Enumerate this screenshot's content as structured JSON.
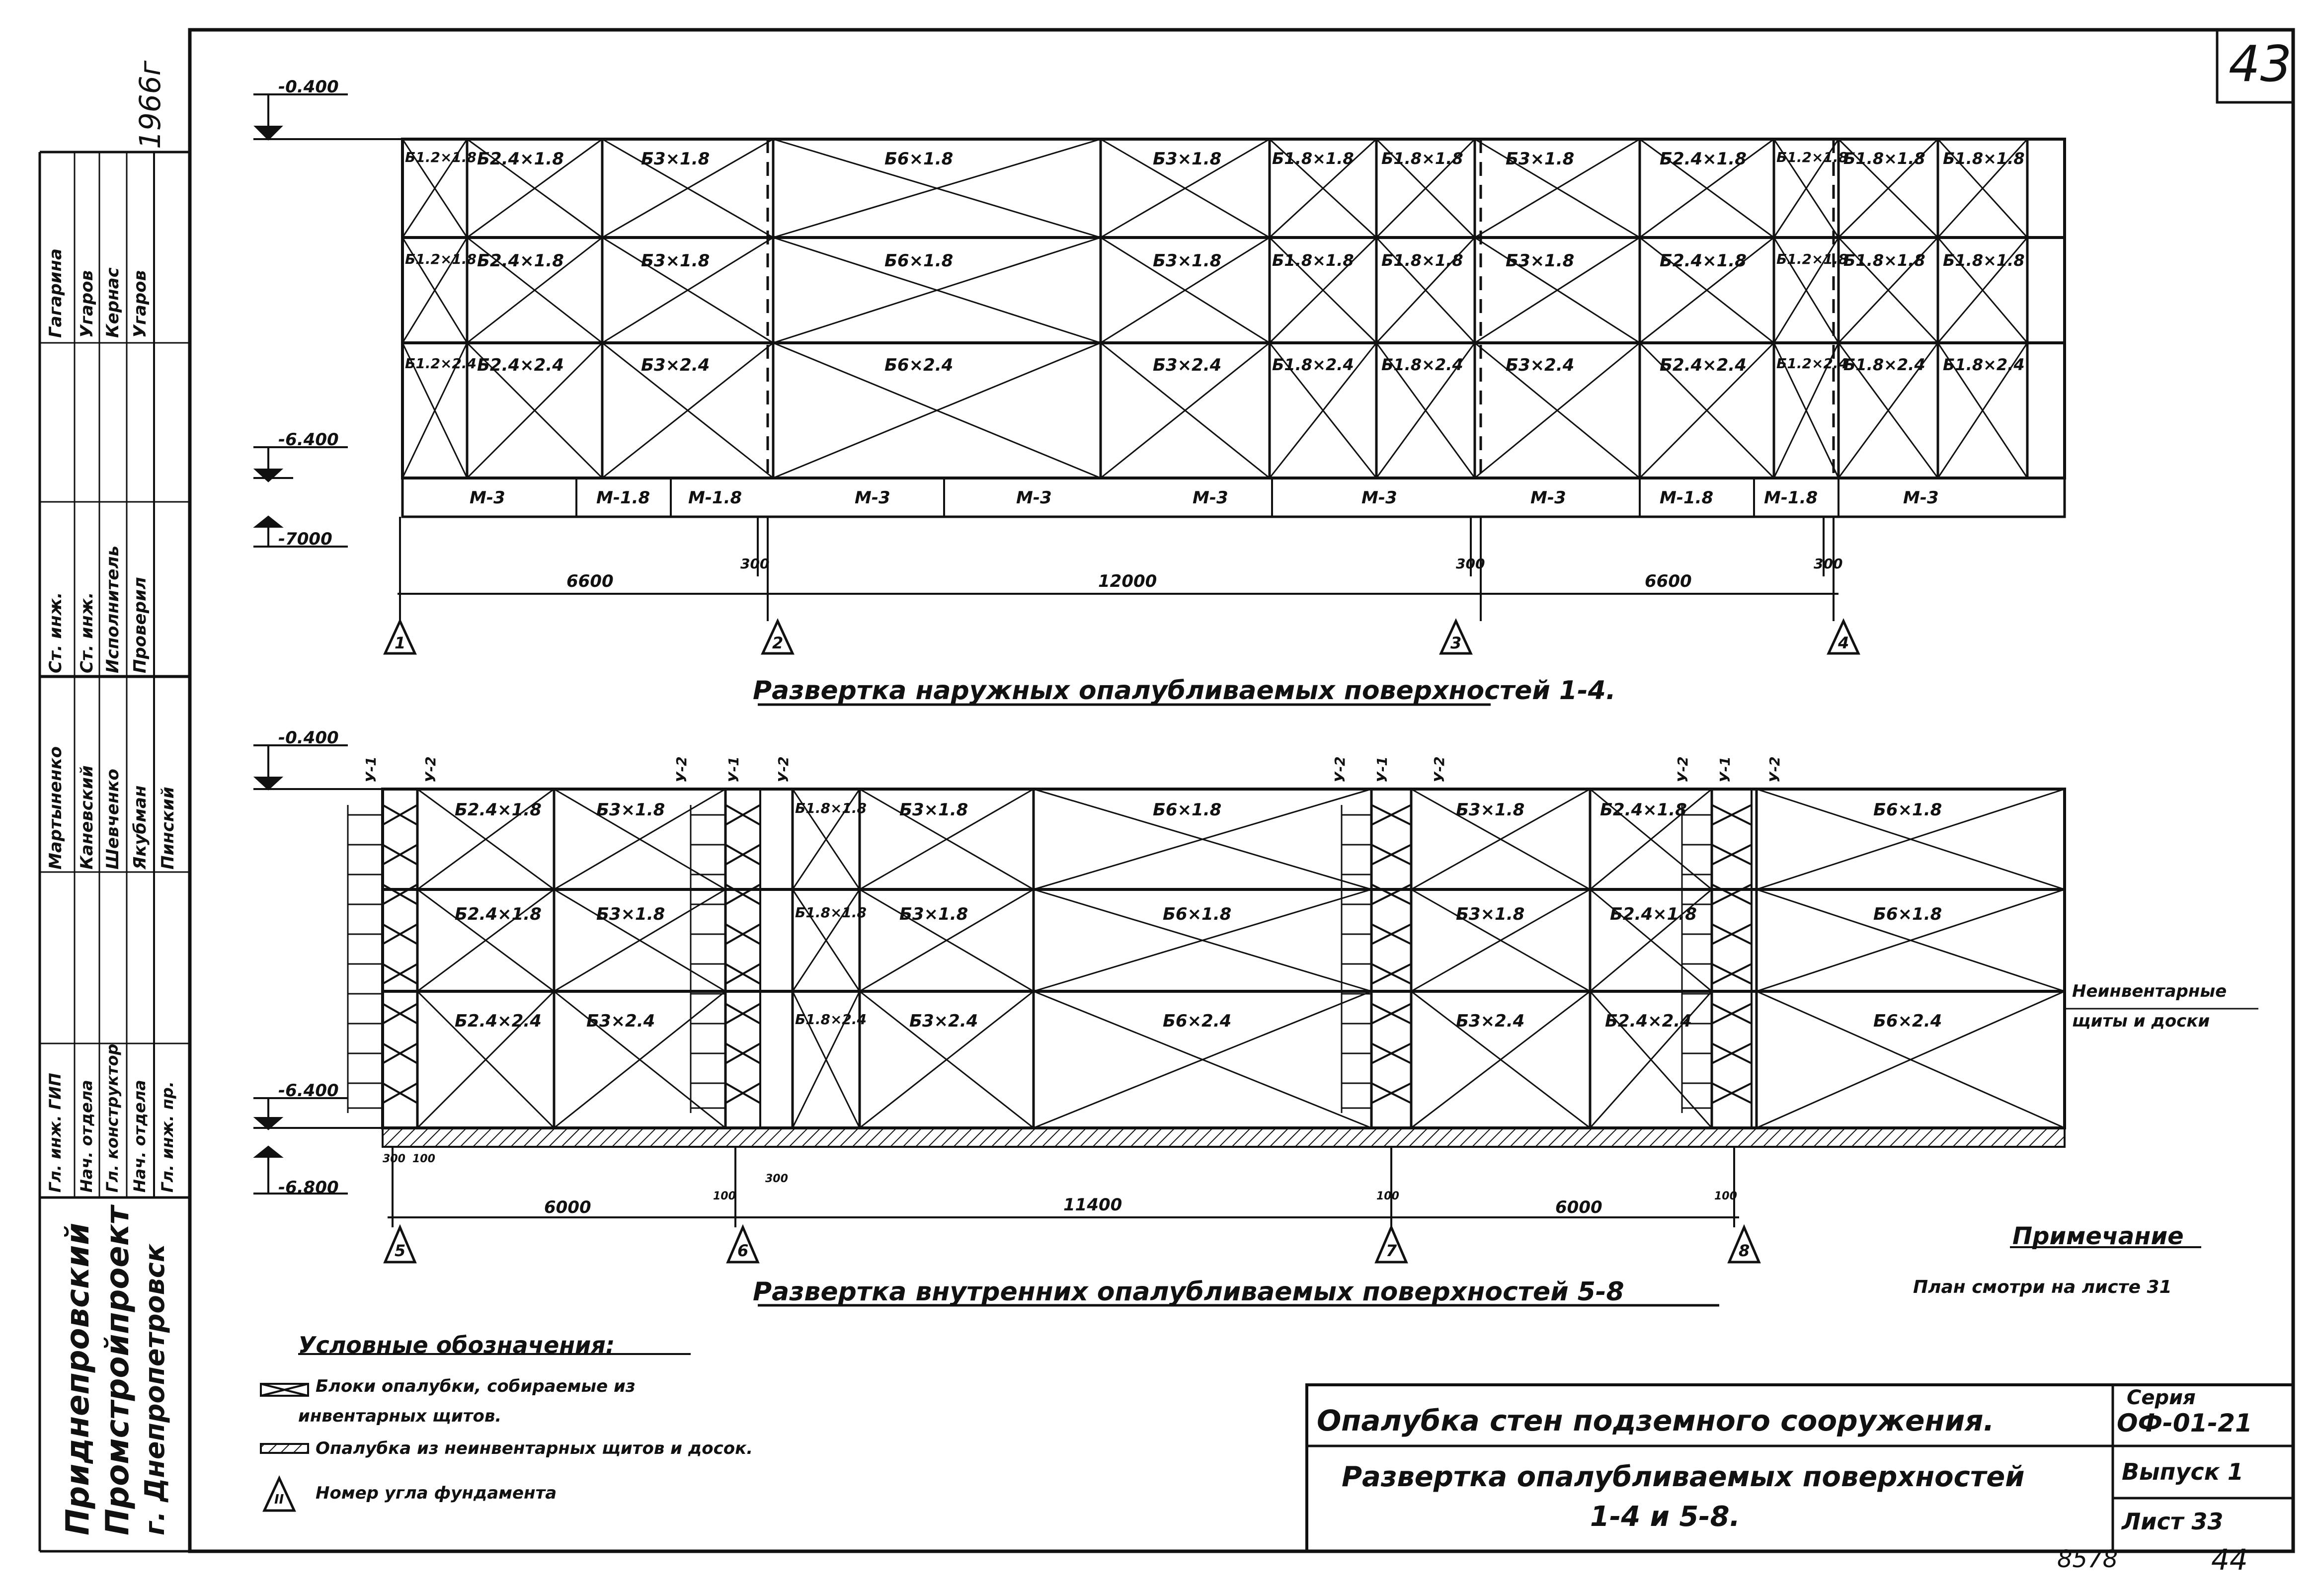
{
  "sheet_number": "43",
  "bottom_numbers": [
    "8578",
    "44"
  ],
  "year": "1966г",
  "org": [
    "Приднепровский",
    "Промстройпроект",
    "г. Днепропетровск"
  ],
  "staff_roles_top": [
    "Ст. инж.",
    "Ст. инж.",
    "Исполнитель",
    "Проверил"
  ],
  "staff_names_top": [
    "Гагарина",
    "Угаров",
    "Кернас",
    "Угаров"
  ],
  "staff_roles_bottom": [
    "Гл. инж. ГИП",
    "Нач. отдела",
    "Гл. конструктор",
    "Нач. отдела",
    "Гл. инж. пр."
  ],
  "staff_names_bottom": [
    "Мартыненко",
    "Каневский",
    "Шевченко",
    "Якубман",
    "Пинский"
  ],
  "top": {
    "elevations": [
      "-0.400",
      "-6.400",
      "-7000"
    ],
    "row1": [
      "Б1.2×1.8",
      "Б2.4×1.8",
      "Б3×1.8",
      "Б6×1.8",
      "Б3×1.8",
      "Б1.8×1.8",
      "Б1.8×1.8",
      "Б3×1.8",
      "Б2.4×1.8",
      "Б1.2×1.8",
      "Б1.8×1.8",
      "Б1.8×1.8"
    ],
    "row2": [
      "Б1.2×1.8",
      "Б2.4×1.8",
      "Б3×1.8",
      "Б6×1.8",
      "Б3×1.8",
      "Б1.8×1.8",
      "Б1.8×1.8",
      "Б3×1.8",
      "Б2.4×1.8",
      "Б1.2×1.8",
      "Б1.8×1.8",
      "Б1.8×1.8"
    ],
    "row3": [
      "Б1.2×2.4",
      "Б2.4×2.4",
      "Б3×2.4",
      "Б6×2.4",
      "Б3×2.4",
      "Б1.8×2.4",
      "Б1.8×2.4",
      "Б3×2.4",
      "Б2.4×2.4",
      "Б1.2×2.4",
      "Б1.8×2.4",
      "Б1.8×2.4"
    ],
    "beams": [
      "М-3",
      "М-1.8",
      "М-1.8",
      "М-3",
      "М-3",
      "М-3",
      "М-3",
      "М-3",
      "М-1.8",
      "М-1.8",
      "М-3"
    ],
    "dims": [
      "6600",
      "12000",
      "6600"
    ],
    "small_dims": [
      "300",
      "300",
      "300"
    ],
    "corners": [
      "1",
      "2",
      "3",
      "4"
    ],
    "title": "Развертка наружных опалубливаемых поверхностей 1-4."
  },
  "bottom": {
    "elevations": [
      "-0.400",
      "-6.400",
      "-6.800"
    ],
    "row1": [
      "Б2.4×1.8",
      "Б3×1.8",
      "Б1.8×1.8",
      "Б3×1.8",
      "Б6×1.8",
      "Б3×1.8",
      "Б2.4×1.8",
      "Б6×1.8"
    ],
    "row2": [
      "Б2.4×1.8",
      "Б3×1.8",
      "Б1.8×1.8",
      "Б3×1.8",
      "Б6×1.8",
      "Б3×1.8",
      "Б2.4×1.8",
      "Б6×1.8"
    ],
    "row3": [
      "Б2.4×2.4",
      "Б3×2.4",
      "Б1.8×2.4",
      "Б3×2.4",
      "Б6×2.4",
      "Б3×2.4",
      "Б2.4×2.4",
      "Б6×2.4"
    ],
    "u_labels": [
      "У-1",
      "У-2",
      "У-2",
      "У-1",
      "У-2",
      "У-2",
      "У-1",
      "У-2",
      "У-2",
      "У-1",
      "У-2"
    ],
    "dims": [
      "6000",
      "11400",
      "6000"
    ],
    "small_dims": [
      "300",
      "100",
      "100",
      "300",
      "100",
      "100"
    ],
    "corners": [
      "5",
      "6",
      "7",
      "8"
    ],
    "note_label": [
      "Неинвентарные",
      "щиты и доски"
    ],
    "title": "Развертка внутренних опалубливаемых поверхностей 5-8"
  },
  "note_title": "Примечание",
  "note_text": "План смотри на листе 31",
  "legend_title": "Условные обозначения:",
  "legend": [
    "Блоки опалубки, собираемые из",
    "инвентарных щитов.",
    "Опалубка из неинвентарных щитов и досок.",
    "Номер угла фундамента"
  ],
  "legend_corner": "II",
  "stamp_title": "Опалубка стен подземного сооружения.",
  "stamp_subtitle": [
    "Развертка опалубливаемых поверхностей",
    "1-4 и 5-8."
  ],
  "series": [
    "Серия",
    "ОФ-01-21"
  ],
  "issue": "Выпуск 1",
  "sheet": "Лист 33"
}
